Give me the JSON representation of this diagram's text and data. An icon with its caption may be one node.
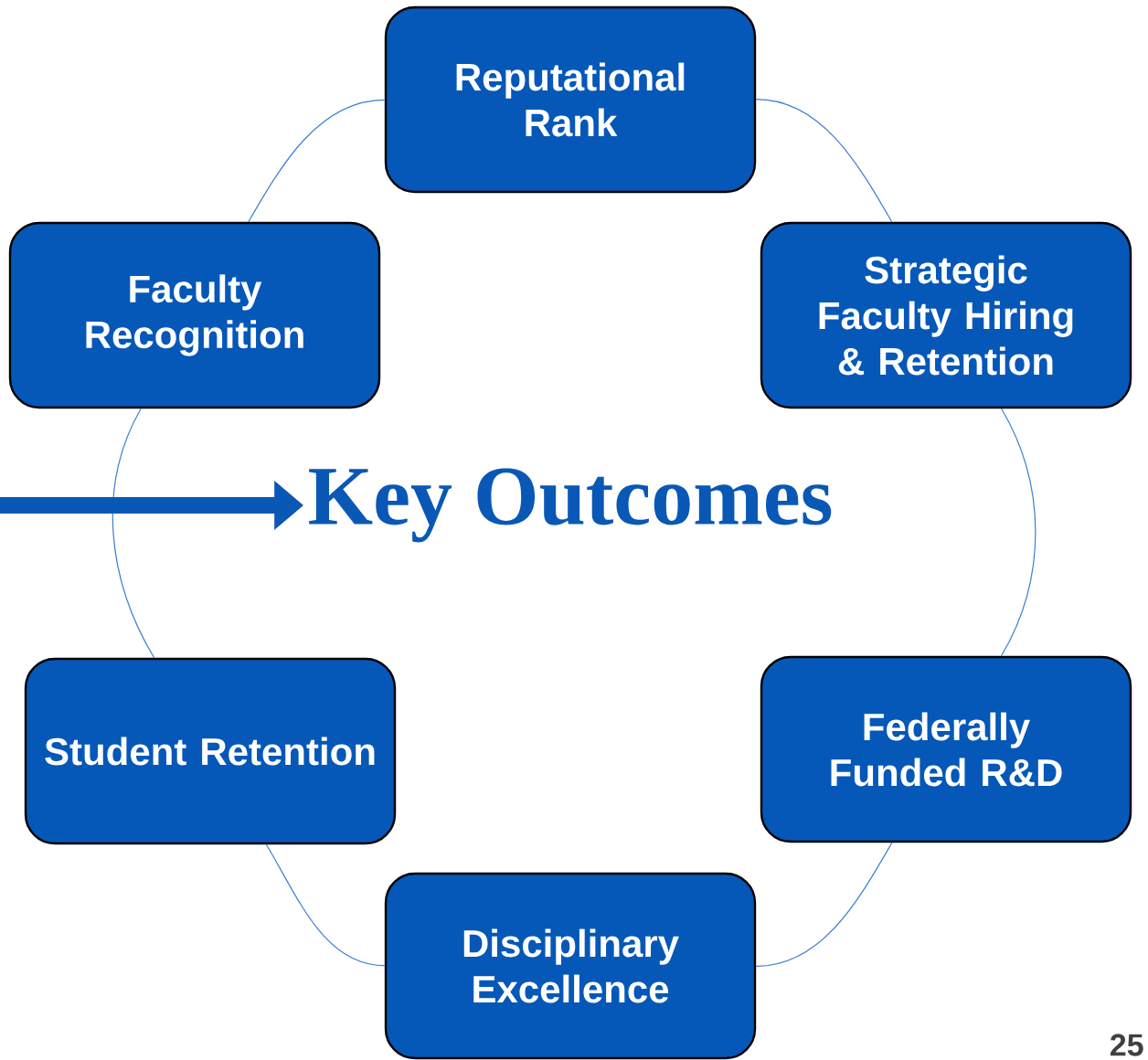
{
  "diagram": {
    "nodes": [
      {
        "text": [
          "Reputational Rank"
        ]
      },
      {
        "text": [
          "Faculty Recognition"
        ]
      },
      {
        "text": [
          "Strategic Faculty Hiring & Retention"
        ]
      },
      {
        "text": [
          "Key Outcomes"
        ]
      },
      {
        "text": [
          "Student Retention"
        ]
      },
      {
        "text": [
          "Federally Funded R&D"
        ]
      },
      {
        "text": [
          "Disciplinary Excellence"
        ]
      }
    ],
    "edges": [
      {
        "from": 0,
        "to": 2,
        "arrow": "none"
      },
      {
        "from": 2,
        "to": 5,
        "arrow": "none"
      },
      {
        "from": 5,
        "to": 6,
        "arrow": "none"
      },
      {
        "from": 6,
        "to": 4,
        "arrow": "none"
      },
      {
        "from": 4,
        "to": 1,
        "arrow": "none"
      },
      {
        "from": 1,
        "to": 0,
        "arrow": "none"
      },
      {
        "from": null,
        "to": 3,
        "arrow": "to",
        "style": "thick"
      }
    ],
    "labels": [
      "25"
    ]
  }
}
